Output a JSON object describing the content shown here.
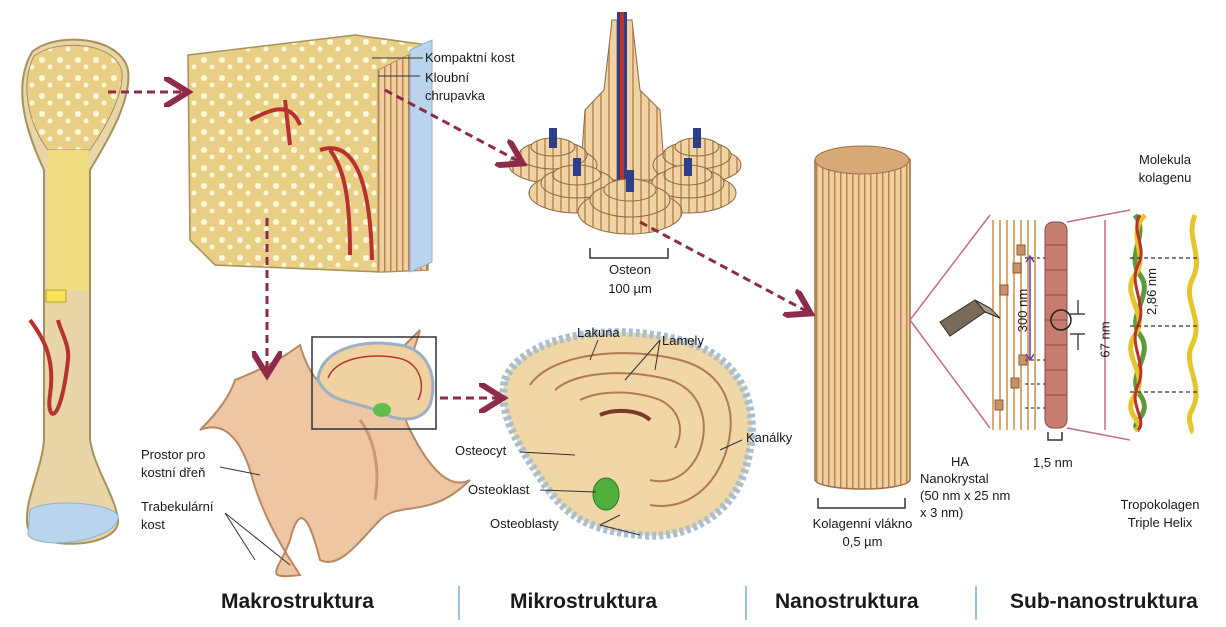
{
  "labels": {
    "compact_bone": "Kompaktní kost",
    "cartilage_1": "Kloubní",
    "cartilage_2": "chrupavka",
    "osteon_1": "Osteon",
    "osteon_2": "100 µm",
    "molecule_1": "Molekula",
    "molecule_2": "kolagenu",
    "lacuna": "Lakuna",
    "lamellae": "Lamely",
    "canaliculi": "Kanálky",
    "osteocyte": "Osteocyt",
    "osteoclast": "Osteoklast",
    "osteoblasts": "Osteoblasty",
    "marrow_1": "Prostor pro",
    "marrow_2": "kostní dřeň",
    "trabecular_1": "Trabekulární",
    "trabecular_2": "kost",
    "ha_1": "HA",
    "ha_2": "Nanokrystal",
    "ha_3": "(50 nm x 25 nm",
    "ha_4": "x 3 nm)",
    "fiber_1": "Kolagenní vlákno",
    "fiber_2": "0,5 µm",
    "nm_300": "300 nm",
    "nm_15": "1,5 nm",
    "nm_67": "67 nm",
    "nm_286": "2,86 nm",
    "tropo_1": "Tropokolagen",
    "tropo_2": "Triple Helix"
  },
  "footer": {
    "macro": "Makrostruktura",
    "micro": "Mikrostruktura",
    "nano": "Nanostruktura",
    "subnano": "Sub-nanostruktura"
  },
  "colors": {
    "bone": "#f1dfa6",
    "bone_dark": "#c9a85a",
    "vessel": "#b8322f",
    "arrow": "#8e2a4a",
    "cartilage": "#b9d4ec",
    "fiber": "#e8c89a",
    "helix_green": "#5f9a3a",
    "helix_yellow": "#e6c52a",
    "separator": "#9cc3dc"
  }
}
